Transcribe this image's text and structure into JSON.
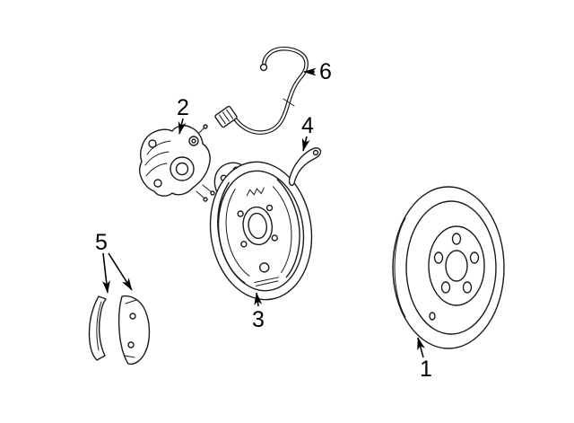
{
  "figure": {
    "kind": "exploded-parts-line-diagram",
    "subject_parts": [
      "brake-rotor",
      "brake-caliper",
      "brake-backing-plate-assembly",
      "retaining-clip",
      "brake-pads",
      "abs-sensor-harness"
    ],
    "background_color": "#ffffff",
    "line_color": "#1a1a1a",
    "callouts": {
      "c1": "1",
      "c2": "2",
      "c3": "3",
      "c4": "4",
      "c5": "5",
      "c6": "6"
    }
  }
}
